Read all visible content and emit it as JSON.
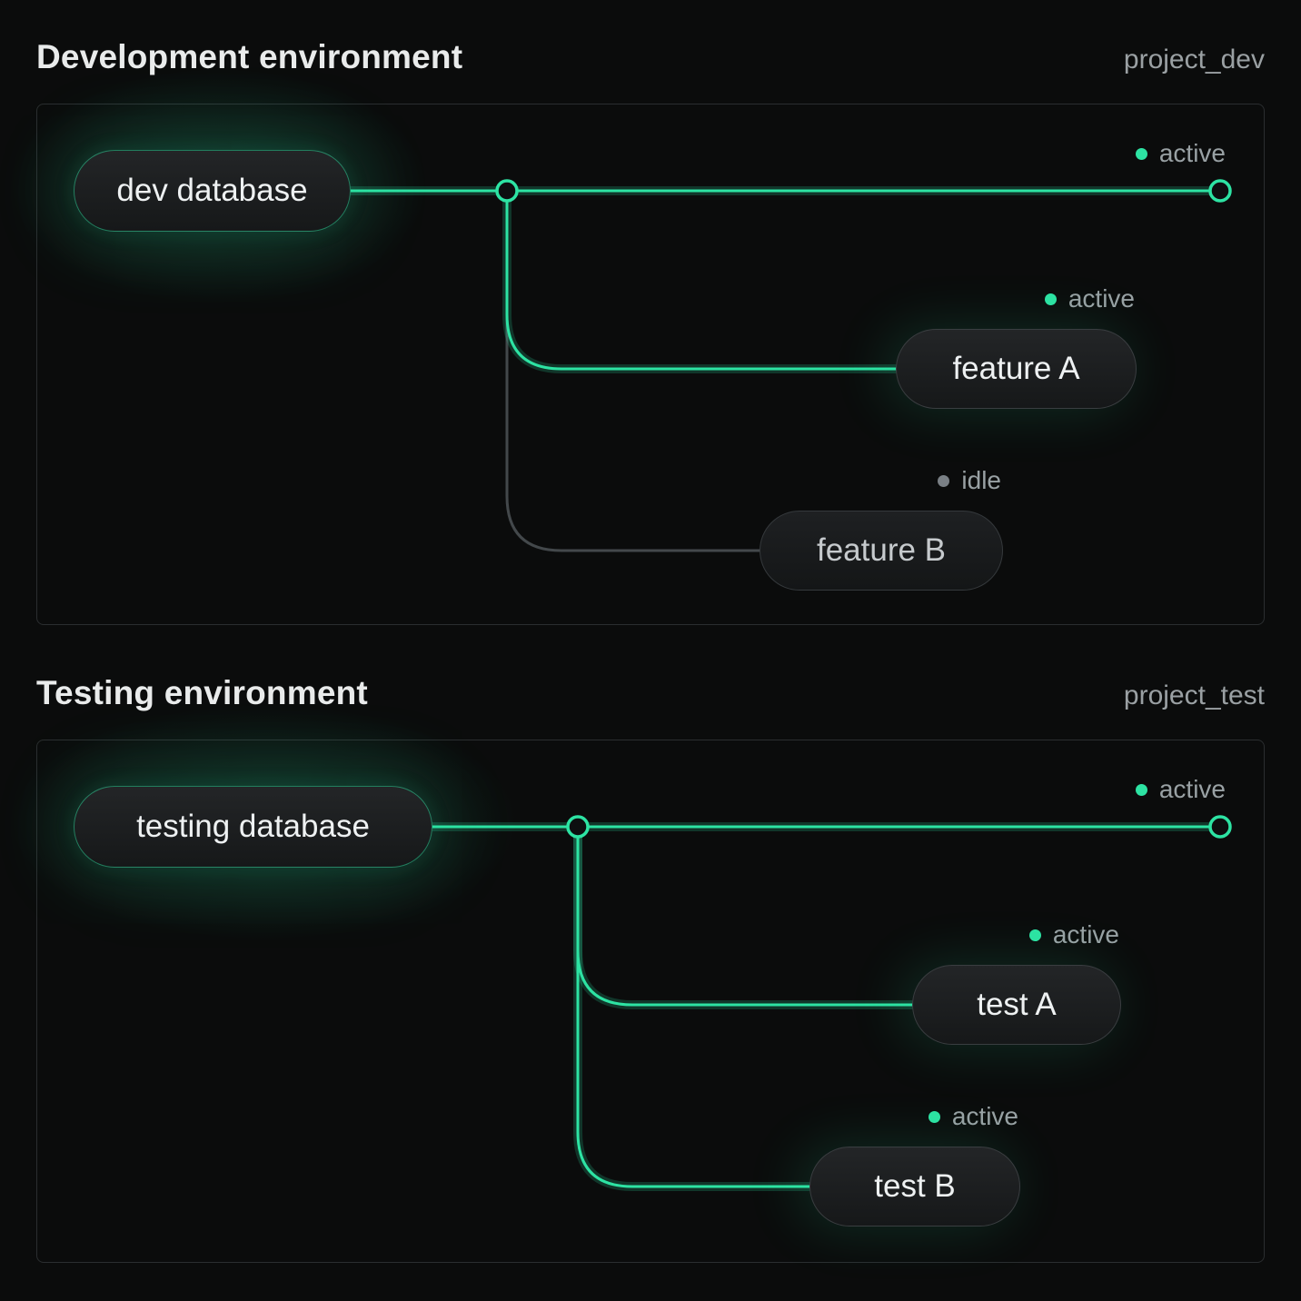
{
  "colors": {
    "accent": "#2de3a3",
    "idle_line": "#43484b",
    "background": "#0b0c0c",
    "panel_border": "#2b2e30",
    "muted_text": "#99a1a4"
  },
  "sections": [
    {
      "title": "Development environment",
      "project": "project_dev",
      "source": {
        "label": "dev database"
      },
      "trunk": {
        "status_label": "active",
        "status": "active"
      },
      "branches": [
        {
          "label": "feature A",
          "status_label": "active",
          "status": "active"
        },
        {
          "label": "feature B",
          "status_label": "idle",
          "status": "idle"
        }
      ]
    },
    {
      "title": "Testing environment",
      "project": "project_test",
      "source": {
        "label": "testing database"
      },
      "trunk": {
        "status_label": "active",
        "status": "active"
      },
      "branches": [
        {
          "label": "test A",
          "status_label": "active",
          "status": "active"
        },
        {
          "label": "test B",
          "status_label": "active",
          "status": "active"
        }
      ]
    }
  ]
}
